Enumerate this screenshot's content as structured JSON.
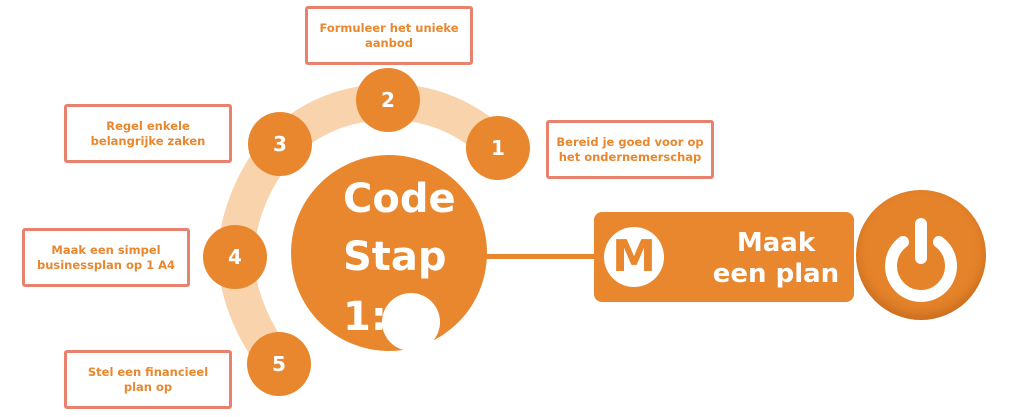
{
  "diagram": {
    "colors": {
      "accent": "#e8872e",
      "arc": "#f8d3ab",
      "box_border": "#e8816e",
      "on_accent": "#ffffff"
    },
    "steps": [
      {
        "number": "1",
        "label": "Bereid je goed voor op het ondernemerschap"
      },
      {
        "number": "2",
        "label": "Formuleer het unieke aanbod"
      },
      {
        "number": "3",
        "label": "Regel enkele belangrijke zaken"
      },
      {
        "number": "4",
        "label": "Maak een simpel businessplan op 1 A4"
      },
      {
        "number": "5",
        "label": "Stel een financieel plan op"
      }
    ],
    "hub": {
      "line1": "Code",
      "line2": "Stap",
      "line3": "1:"
    },
    "plan": {
      "badge_letter": "M",
      "line1": "Maak",
      "line2": "een plan"
    },
    "power_icon": "power-icon"
  }
}
